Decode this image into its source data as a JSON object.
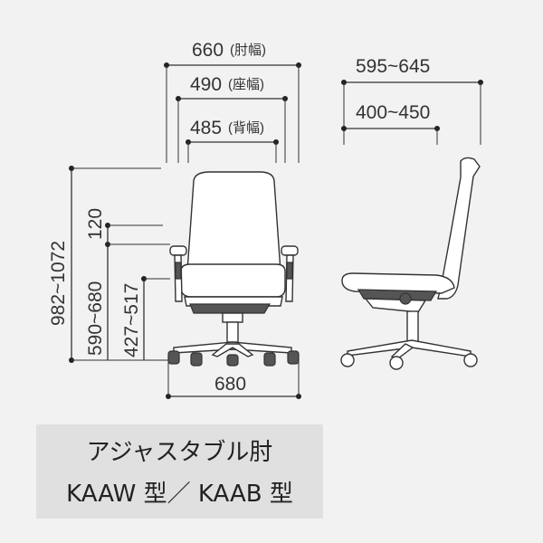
{
  "dimensions": {
    "armrest_width": "660",
    "armrest_width_label": "(肘幅)",
    "seat_width": "490",
    "seat_width_label": "(座幅)",
    "back_width": "485",
    "back_width_label": "(背幅)",
    "base_width": "680",
    "total_height": "982~1072",
    "arm_height": "590~680",
    "seat_height": "427~517",
    "arm_adjust": "120",
    "total_depth": "595~645",
    "seat_depth": "400~450"
  },
  "caption": {
    "line1": "アジャスタブル肘",
    "line2": "KAAW 型／ KAAB 型"
  }
}
